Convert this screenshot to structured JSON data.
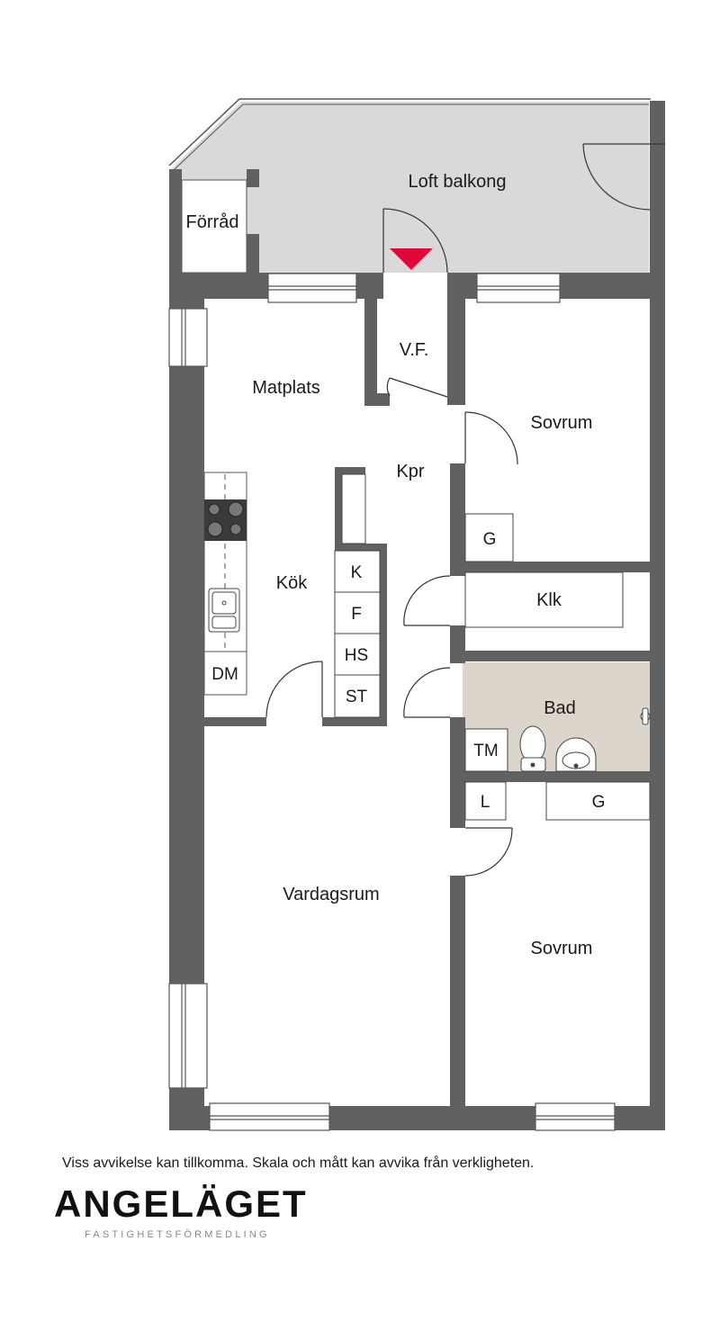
{
  "rooms": {
    "loft_balkong": "Loft balkong",
    "forrad": "Förråd",
    "vf": "V.F.",
    "matplats": "Matplats",
    "sovrum_top": "Sovrum",
    "kpr": "Kpr",
    "kok": "Kök",
    "klk": "Klk",
    "bad": "Bad",
    "vardagsrum": "Vardagsrum",
    "sovrum_bottom": "Sovrum"
  },
  "fixtures": {
    "g_top": "G",
    "k": "K",
    "f": "F",
    "hs": "HS",
    "st": "ST",
    "dm": "DM",
    "tm": "TM",
    "l": "L",
    "g_bottom": "G"
  },
  "footer": {
    "disclaimer": "Viss avvikelse kan tillkomma. Skala och mått kan avvika från verkligheten.",
    "logo": "ANGELÄGET",
    "logo_sub": "FASTIGHETSFÖRMEDLING"
  },
  "colors": {
    "wall": "#616161",
    "balcony": "#d9d9d9",
    "bathroom": "#dcd5cc",
    "entrance_marker": "#e0083b"
  }
}
